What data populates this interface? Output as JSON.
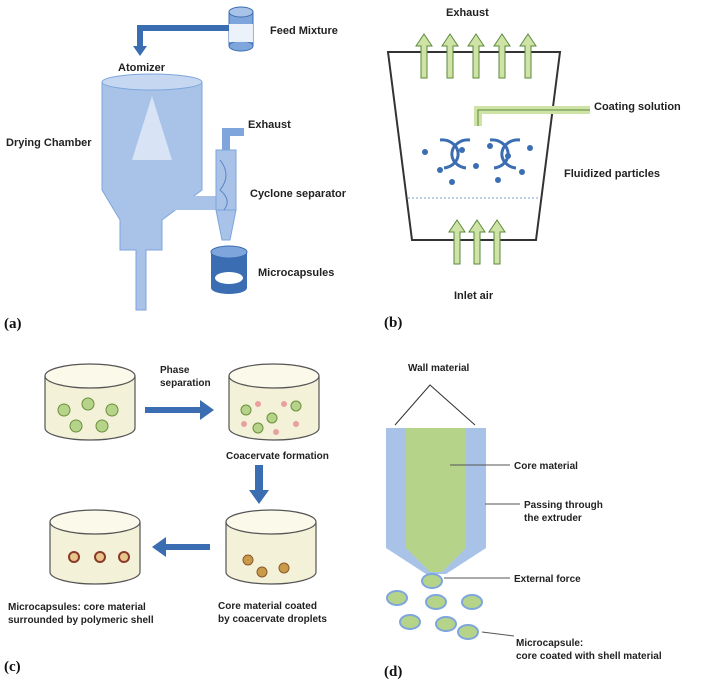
{
  "panels": {
    "a": {
      "letter": "(a)",
      "feed": "Feed Mixture",
      "atomizer": "Atomizer",
      "chamber": "Drying Chamber",
      "exhaust": "Exhaust",
      "cyclone": "Cyclone separator",
      "microcapsules": "Microcapsules"
    },
    "b": {
      "letter": "(b)",
      "exhaust": "Exhaust",
      "coating": "Coating solution",
      "fluidized": "Fluidized particles",
      "inlet": "Inlet air"
    },
    "c": {
      "letter": "(c)",
      "phase_line1": "Phase",
      "phase_line2": "separation",
      "coacervate_formation": "Coacervate formation",
      "microcaps_line1": "Microcapsules: core material",
      "microcaps_line2": "surrounded by  polymeric shell",
      "coated_line1": "Core material coated",
      "coated_line2": "by coacervate droplets"
    },
    "d": {
      "letter": "(d)",
      "wall": "Wall material",
      "core": "Core material",
      "passing_line1": "Passing through",
      "passing_line2": "the extruder",
      "force": "External force",
      "microcapsule_line1": "Microcapsule:",
      "microcapsule_line2": "core coated with shell material"
    }
  },
  "colors": {
    "blue_light": "#a8c2e8",
    "blue_mid": "#7ea6dc",
    "blue_dark": "#3b6db3",
    "green_light": "#cfe3a6",
    "green_core": "#b5d48a",
    "cream": "#f4f1d9",
    "gray_edge": "#555555"
  }
}
